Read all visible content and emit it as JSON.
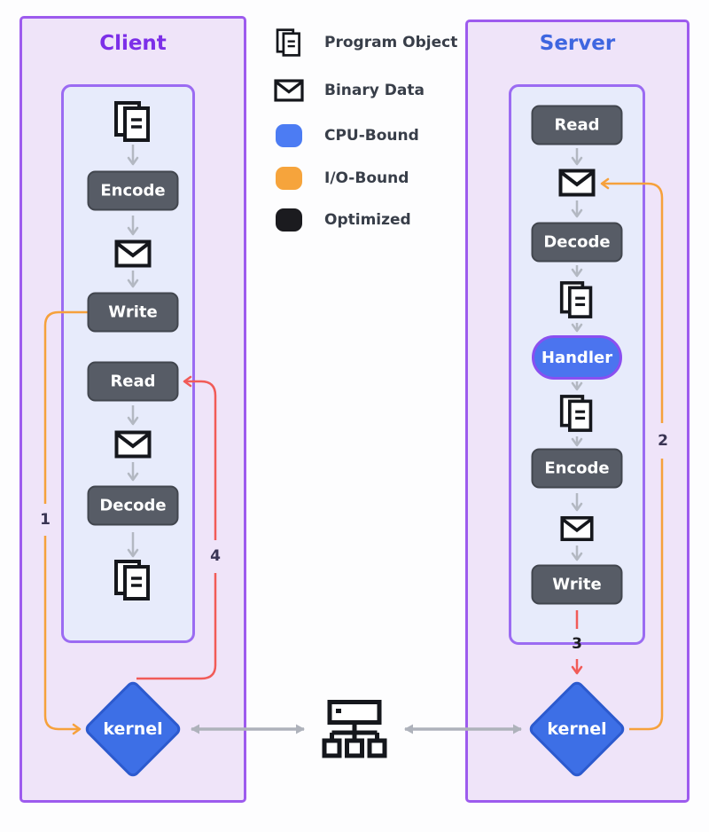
{
  "client": {
    "title": "Client",
    "steps": {
      "encode": "Encode",
      "write": "Write",
      "read": "Read",
      "decode": "Decode"
    },
    "kernel": "kernel"
  },
  "server": {
    "title": "Server",
    "steps": {
      "read": "Read",
      "decode": "Decode",
      "handler": "Handler",
      "encode": "Encode",
      "write": "Write"
    },
    "kernel": "kernel"
  },
  "legend": {
    "items": [
      {
        "icon": "program-object-icon",
        "label": "Program Object"
      },
      {
        "icon": "binary-data-icon",
        "label": "Binary Data"
      },
      {
        "icon": "cpu-bound-swatch",
        "label": "CPU-Bound",
        "color": "#4c7cf3"
      },
      {
        "icon": "io-bound-swatch",
        "label": "I/O-Bound",
        "color": "#f6a43c"
      },
      {
        "icon": "optimized-swatch",
        "label": "Optimized",
        "color": "#1b1b1f"
      }
    ]
  },
  "flow_labels": {
    "label_1": "1",
    "label_2": "2",
    "label_3": "3",
    "label_4": "4"
  },
  "colors": {
    "client_title": "#7c2fe8",
    "server_title": "#3e66e0",
    "panel_border": "#9d5bee",
    "panel_bg": "#efe4f9",
    "inner_bg": "#e7ebfb",
    "process_box": "#575c66",
    "handler_fill": "#4b74ef",
    "handler_border": "#8a4ff0",
    "kernel_fill": "#3d6fe6",
    "io_bound_arrow": "#f6a13c",
    "cpu_bound_arrow": "#f15b58",
    "neutral_arrow": "#b3b8c2"
  }
}
